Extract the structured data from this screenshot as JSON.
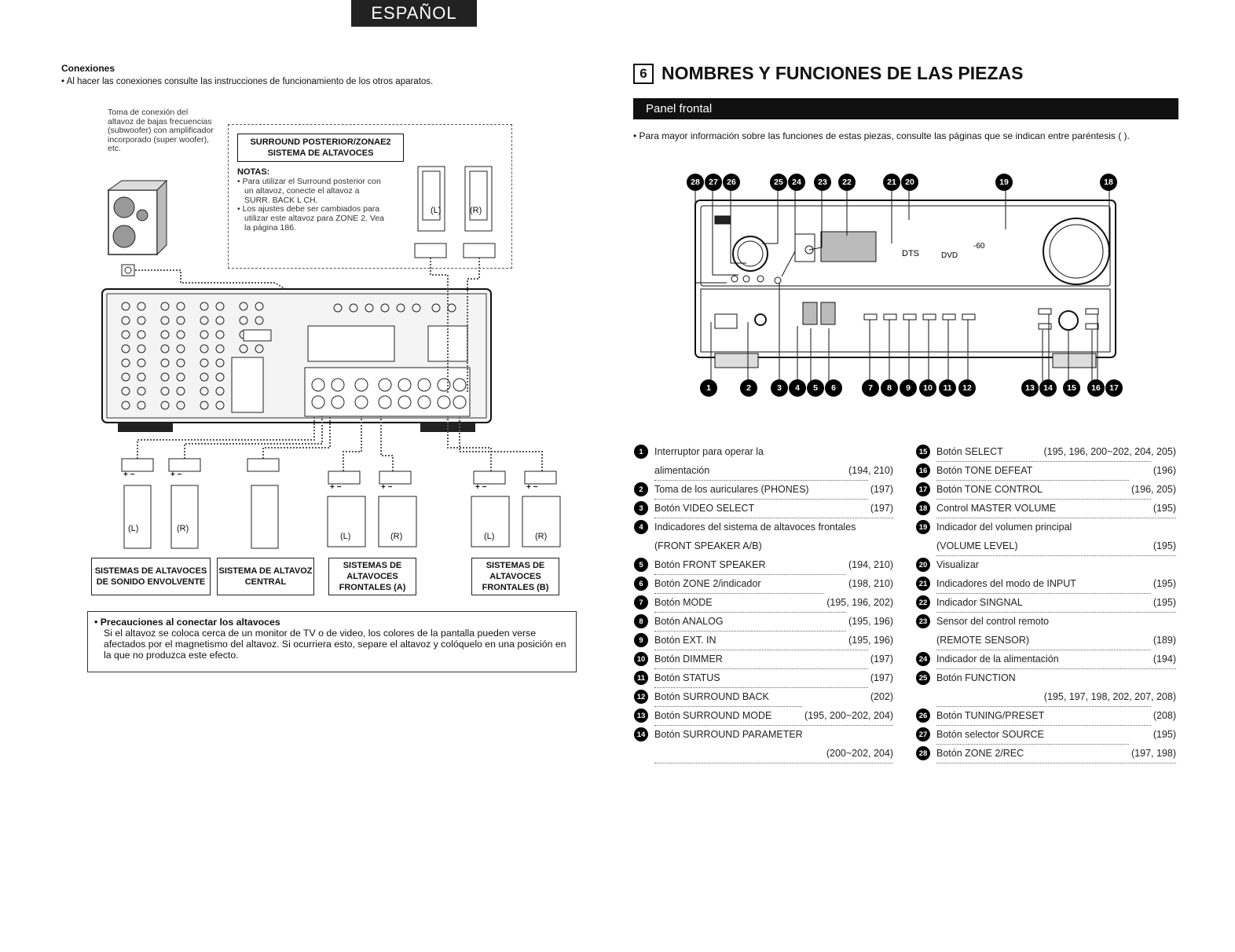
{
  "language_tab": "ESPAÑOL",
  "left": {
    "connections_title": "Conexiones",
    "connections_bullet": "•  Al hacer las conexiones consulte las instrucciones de funcionamiento de los otros aparatos.",
    "subwoofer_note": "Toma de conexión del altavoz de bajas frecuencias (subwoofer) con amplificador incorporado (super woofer), etc.",
    "surround_box_line1": "SURROUND POSTERIOR/ZONAE2",
    "surround_box_line2": "SISTEMA DE ALTAVOCES",
    "notas_title": "NOTAS:",
    "notas": [
      "• Para utilizar el Surround posterior con un altavoz, conecte el altavoz a SURR. BACK L CH.",
      "• Los ajustes debe ser cambiados para utilizar este altavoz para ZONE 2. Vea la página 186."
    ],
    "speaker_L": "(L)",
    "speaker_R": "(R)",
    "plus_minus": "+  −",
    "system_labels": {
      "surround": "SISTEMAS DE ALTAVOCES DE SONIDO ENVOLVENTE",
      "center": "SISTEMA DE ALTAVOZ CENTRAL",
      "front_a": "SISTEMAS DE ALTAVOCES FRONTALES (A)",
      "front_b": "SISTEMAS DE ALTAVOCES FRONTALES (B)"
    },
    "precautions_title": "• Precauciones al conectar los altavoces",
    "precautions_text": "Si el altavoz se coloca cerca de un monitor de TV o de video, los colores de la pantalla pueden verse afectados por el magnetismo del altavoz. Si ocurriera esto, separe el altavoz y colóquelo en una posición en la que no produzca este efecto."
  },
  "right": {
    "section_number": "6",
    "section_title": "NOMBRES Y FUNCIONES DE LAS PIEZAS",
    "bar_title": "Panel frontal",
    "info": "•  Para mayor información sobre las funciones de estas piezas, consulte las páginas que se indican entre paréntesis ( ).",
    "top_callouts": [
      "28",
      "27",
      "26",
      "25",
      "24",
      "23",
      "22",
      "21",
      "20",
      "19",
      "18"
    ],
    "bottom_callouts": [
      "1",
      "2",
      "3",
      "4",
      "5",
      "6",
      "7",
      "8",
      "9",
      "10",
      "11",
      "12",
      "13",
      "14",
      "15",
      "16",
      "17"
    ],
    "display_texts": {
      "dts": "DTS",
      "dvd": "DVD",
      "level": "-60"
    },
    "items_left": [
      {
        "n": "1",
        "text": "Interruptor para operar la",
        "text2": "alimentación",
        "pages": "(194, 210)"
      },
      {
        "n": "2",
        "text": "Toma de los auriculares (PHONES)",
        "pages": "(197)"
      },
      {
        "n": "3",
        "text": "Botón VIDEO SELECT",
        "pages": "(197)"
      },
      {
        "n": "4",
        "text": "Indicadores del sistema de altavoces frontales",
        "text2": "(FRONT SPEAKER A/B)",
        "pages": ""
      },
      {
        "n": "5",
        "text": "Botón FRONT SPEAKER",
        "pages": "(194, 210)"
      },
      {
        "n": "6",
        "text": "Botón ZONE 2/indicador",
        "pages": "(198, 210)"
      },
      {
        "n": "7",
        "text": "Botón MODE",
        "pages": "(195, 196, 202)"
      },
      {
        "n": "8",
        "text": "Botón ANALOG",
        "pages": "(195, 196)"
      },
      {
        "n": "9",
        "text": "Botón EXT. IN",
        "pages": "(195, 196)"
      },
      {
        "n": "10",
        "text": "Botón DIMMER",
        "pages": "(197)"
      },
      {
        "n": "11",
        "text": "Botón STATUS",
        "pages": "(197)"
      },
      {
        "n": "12",
        "text": "Botón SURROUND BACK",
        "pages": "(202)"
      },
      {
        "n": "13",
        "text": "Botón SURROUND MODE",
        "pages": "(195, 200~202, 204)"
      },
      {
        "n": "14",
        "text": "Botón SURROUND PARAMETER",
        "text2": "",
        "pages": "(200~202, 204)"
      }
    ],
    "items_right": [
      {
        "n": "15",
        "text": "Botón SELECT",
        "pages": "(195, 196, 200~202, 204, 205)"
      },
      {
        "n": "16",
        "text": "Botón TONE DEFEAT",
        "pages": "(196)"
      },
      {
        "n": "17",
        "text": "Botón TONE CONTROL",
        "pages": "(196, 205)"
      },
      {
        "n": "18",
        "text": "Control MASTER VOLUME",
        "pages": "(195)"
      },
      {
        "n": "19",
        "text": "Indicador del volumen principal",
        "text2": "(VOLUME LEVEL)",
        "pages": "(195)"
      },
      {
        "n": "20",
        "text": "Visualizar",
        "pages": ""
      },
      {
        "n": "21",
        "text": "Indicadores del modo de INPUT",
        "pages": "(195)"
      },
      {
        "n": "22",
        "text": "Indicador SINGNAL",
        "pages": "(195)"
      },
      {
        "n": "23",
        "text": "Sensor del control remoto",
        "text2": "(REMOTE SENSOR)",
        "pages": "(189)"
      },
      {
        "n": "24",
        "text": "Indicador de la alimentación",
        "pages": "(194)"
      },
      {
        "n": "25",
        "text": "Botón FUNCTION",
        "text2": "",
        "pages": "(195, 197, 198, 202, 207, 208)"
      },
      {
        "n": "26",
        "text": "Botón TUNING/PRESET",
        "pages": "(208)"
      },
      {
        "n": "27",
        "text": "Botón selector SOURCE",
        "pages": "(195)"
      },
      {
        "n": "28",
        "text": "Botón ZONE 2/REC",
        "pages": "(197, 198)"
      }
    ]
  }
}
